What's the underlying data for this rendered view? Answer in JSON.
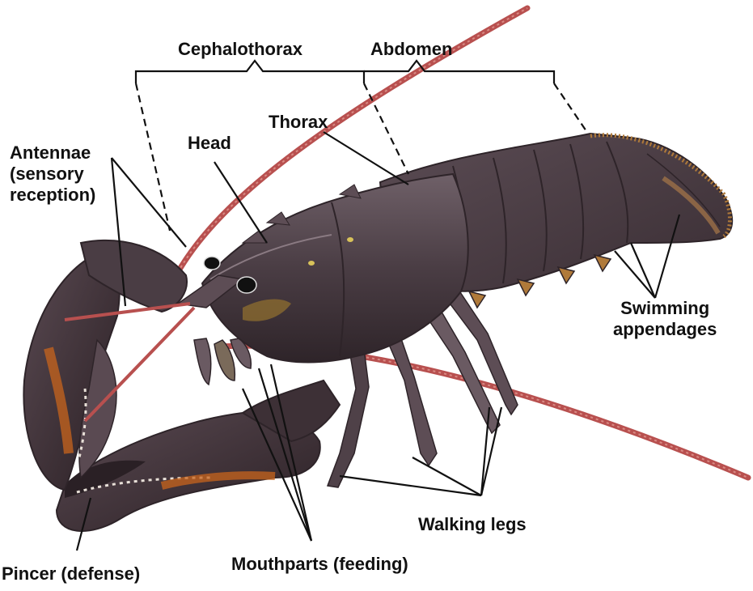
{
  "labels": {
    "cephalothorax": "Cephalothorax",
    "abdomen": "Abdomen",
    "thorax": "Thorax",
    "head": "Head",
    "antennae_line1": "Antennae",
    "antennae_line2": "(sensory",
    "antennae_line3": "reception)",
    "swimming_line1": "Swimming",
    "swimming_line2": "appendages",
    "walking_legs": "Walking legs",
    "mouthparts": "Mouthparts (feeding)",
    "pincer": "Pincer (defense)"
  },
  "colors": {
    "shell": "#4a3d44",
    "shell_light": "#6e5e66",
    "shell_dark": "#2e2429",
    "antenna": "#b8504f",
    "orange": "#c8641c",
    "fringe": "#b07a3a"
  }
}
